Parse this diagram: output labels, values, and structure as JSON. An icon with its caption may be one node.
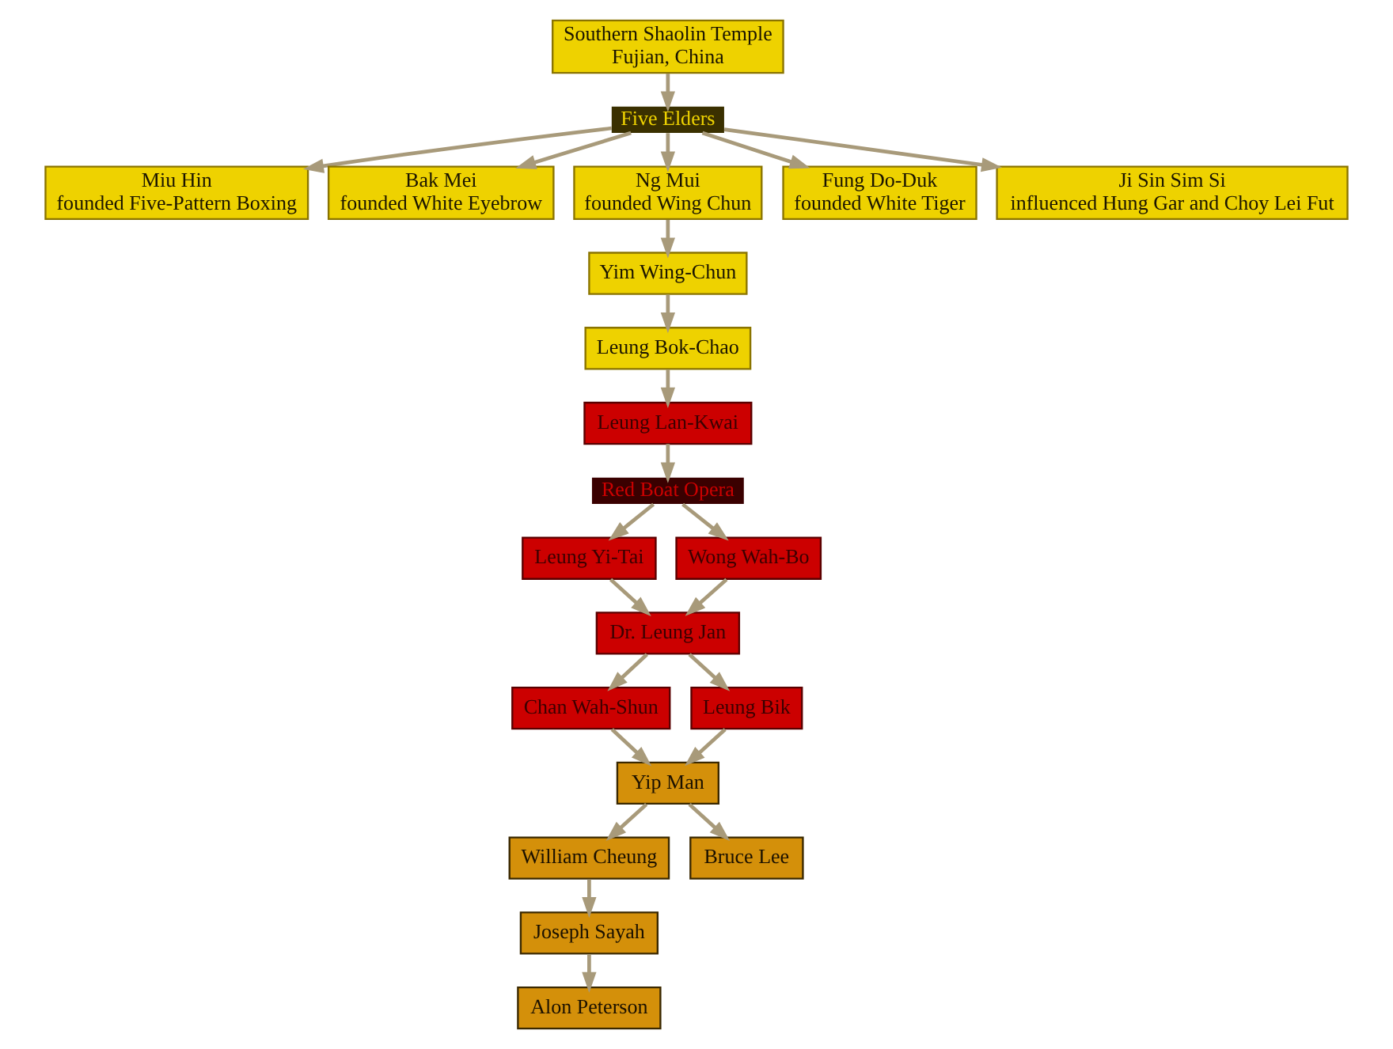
{
  "diagram": {
    "nodes": [
      {
        "text": [
          "Southern Shaolin Temple",
          "Fujian, China"
        ]
      },
      {
        "text": [
          "Five Elders"
        ]
      },
      {
        "text": [
          "Miu Hin",
          "founded Five-Pattern Boxing"
        ]
      },
      {
        "text": [
          "Bak Mei",
          "founded White Eyebrow"
        ]
      },
      {
        "text": [
          "Ng Mui",
          "founded Wing Chun"
        ]
      },
      {
        "text": [
          "Fung Do-Duk",
          "founded White Tiger"
        ]
      },
      {
        "text": [
          "Ji Sin Sim Si",
          "influenced Hung Gar and Choy Lei Fut"
        ]
      },
      {
        "text": [
          "Yim Wing-Chun"
        ]
      },
      {
        "text": [
          "Leung Bok-Chao"
        ]
      },
      {
        "text": [
          "Leung Lan-Kwai"
        ]
      },
      {
        "text": [
          "Red Boat Opera"
        ]
      },
      {
        "text": [
          "Leung Yi-Tai"
        ]
      },
      {
        "text": [
          "Wong Wah-Bo"
        ]
      },
      {
        "text": [
          "Dr. Leung Jan"
        ]
      },
      {
        "text": [
          "Chan Wah-Shun"
        ]
      },
      {
        "text": [
          "Leung Bik"
        ]
      },
      {
        "text": [
          "Yip Man"
        ]
      },
      {
        "text": [
          "William Cheung"
        ]
      },
      {
        "text": [
          "Bruce Lee"
        ]
      },
      {
        "text": [
          "Joseph Sayah"
        ]
      },
      {
        "text": [
          "Alon Peterson"
        ]
      }
    ],
    "edges": [
      {
        "from": 0,
        "to": 1,
        "arrow": "to"
      },
      {
        "from": 1,
        "to": 2,
        "arrow": "to"
      },
      {
        "from": 1,
        "to": 3,
        "arrow": "to"
      },
      {
        "from": 1,
        "to": 4,
        "arrow": "to"
      },
      {
        "from": 1,
        "to": 5,
        "arrow": "to"
      },
      {
        "from": 1,
        "to": 6,
        "arrow": "to"
      },
      {
        "from": 4,
        "to": 7,
        "arrow": "to"
      },
      {
        "from": 7,
        "to": 8,
        "arrow": "to"
      },
      {
        "from": 8,
        "to": 9,
        "arrow": "to"
      },
      {
        "from": 9,
        "to": 10,
        "arrow": "to"
      },
      {
        "from": 10,
        "to": 11,
        "arrow": "to"
      },
      {
        "from": 10,
        "to": 12,
        "arrow": "to"
      },
      {
        "from": 11,
        "to": 13,
        "arrow": "to"
      },
      {
        "from": 12,
        "to": 13,
        "arrow": "to"
      },
      {
        "from": 13,
        "to": 14,
        "arrow": "to"
      },
      {
        "from": 13,
        "to": 15,
        "arrow": "to"
      },
      {
        "from": 14,
        "to": 16,
        "arrow": "to"
      },
      {
        "from": 15,
        "to": 16,
        "arrow": "to"
      },
      {
        "from": 16,
        "to": 17,
        "arrow": "to"
      },
      {
        "from": 16,
        "to": 18,
        "arrow": "to"
      },
      {
        "from": 17,
        "to": 19,
        "arrow": "to"
      },
      {
        "from": 19,
        "to": 20,
        "arrow": "to"
      }
    ]
  }
}
